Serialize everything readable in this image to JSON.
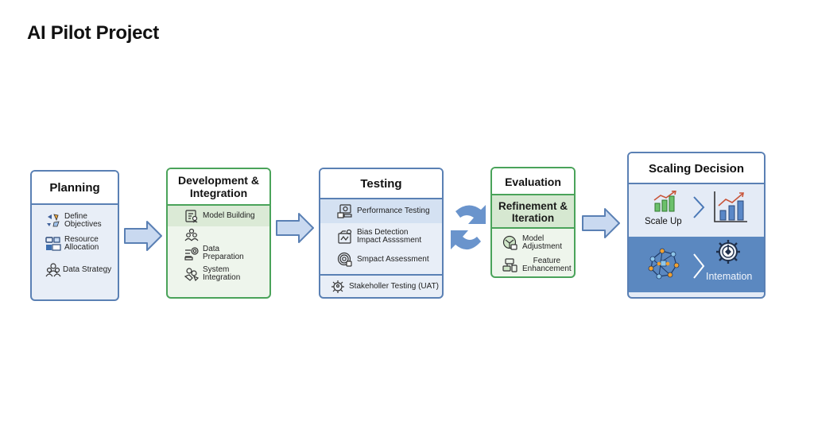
{
  "title": "AI Pilot Project",
  "stages": {
    "planning": {
      "header": "Planning",
      "items": [
        {
          "icon": "target-objectives-icon",
          "line1": "Define",
          "line2": "Objectives"
        },
        {
          "icon": "resource-allocation-icon",
          "line1": "Resource",
          "line2": "Allocation"
        },
        {
          "icon": "people-group-icon",
          "line1": "Data Strategy",
          "line2": ""
        }
      ]
    },
    "development": {
      "header_line1": "Development &",
      "header_line2": "Integration",
      "items": [
        {
          "icon": "document-model-icon",
          "line1": "Model Building",
          "line2": ""
        },
        {
          "icon": "team-icon",
          "line1": "",
          "line2": ""
        },
        {
          "icon": "data-preparation-icon",
          "line1": "Data",
          "line2": "Preparation"
        },
        {
          "icon": "system-integration-icon",
          "line1": "System",
          "line2": "Integration"
        }
      ]
    },
    "testing": {
      "header": "Testing",
      "items": [
        {
          "icon": "monitor-performance-icon",
          "line1": "Performance Testing",
          "line2": ""
        },
        {
          "icon": "bias-detection-icon",
          "line1": "Bias Detection",
          "line2": "Impact Assssment"
        },
        {
          "icon": "target-impact-icon",
          "line1": "Smpact Assessment",
          "line2": ""
        }
      ],
      "footer": {
        "icon": "gear-people-icon",
        "label": "Stakeholler Testing (UAT)"
      }
    },
    "evaluation": {
      "header": "Evaluation",
      "subheader_line1": "Refinement &",
      "subheader_line2": "Iteration",
      "items": [
        {
          "icon": "model-adjustment-icon",
          "line1": "Model",
          "line2": "Adjustment"
        },
        {
          "icon": "feature-enhancement-icon",
          "line1": "Feature",
          "line2": "Enhancement"
        }
      ]
    },
    "scaling": {
      "header": "Scaling Decision",
      "scale_up_label": "Scale Up",
      "integration_label": "Intemation"
    }
  },
  "colors": {
    "blue_border": "#5a80b4",
    "green_border": "#4aa35a",
    "arrow_fill": "#c9d9f0",
    "arrow_stroke": "#5a80b4",
    "cycle_arrow": "#6a94cc",
    "scaling_dark_band": "#5b88c0"
  }
}
